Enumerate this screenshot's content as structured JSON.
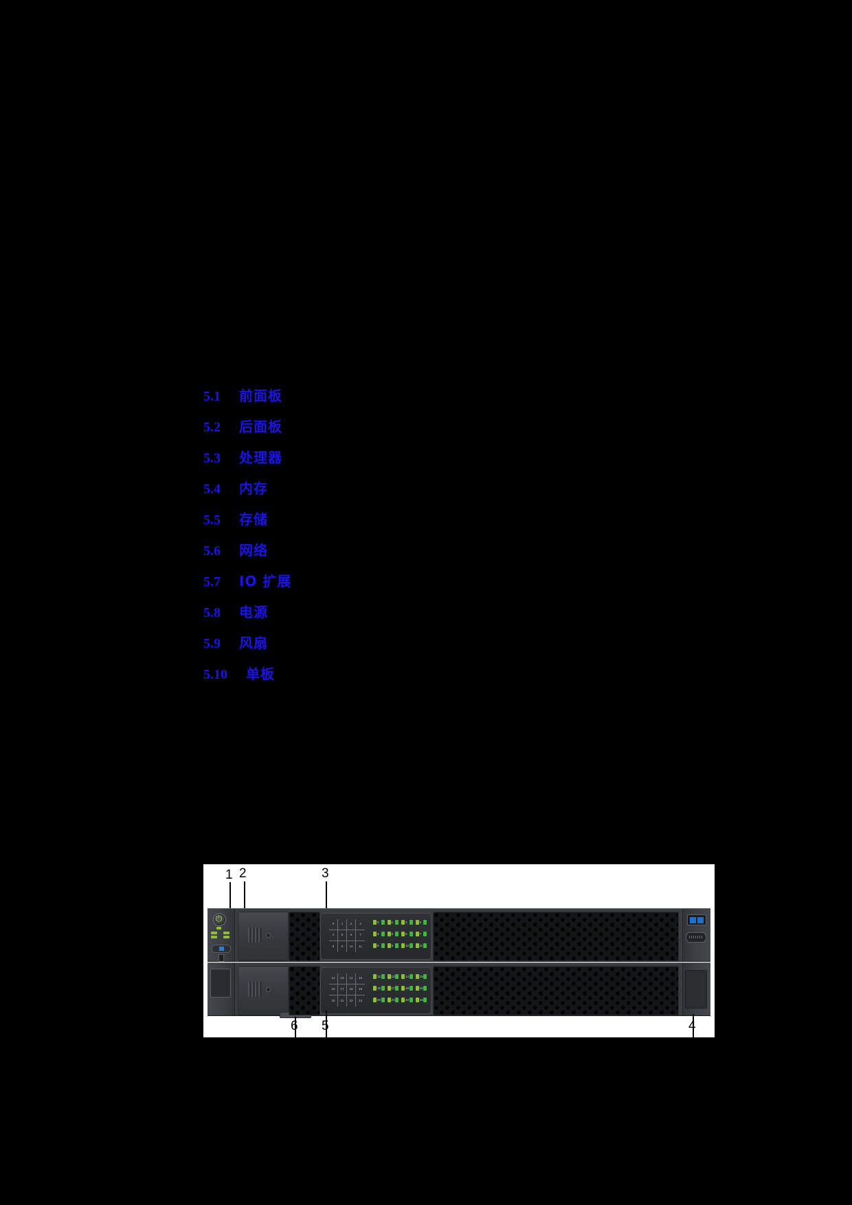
{
  "page": {
    "background_color": "#000000",
    "link_color": "#1a14e8"
  },
  "toc": {
    "items": [
      {
        "number": "5.1",
        "label": "前面板"
      },
      {
        "number": "5.2",
        "label": "后面板"
      },
      {
        "number": "5.3",
        "label": "处理器"
      },
      {
        "number": "5.4",
        "label": "内存"
      },
      {
        "number": "5.5",
        "label": "存储"
      },
      {
        "number": "5.6",
        "label": "网络"
      },
      {
        "number": "5.7",
        "label": "IO 扩展"
      },
      {
        "number": "5.8",
        "label": "电源"
      },
      {
        "number": "5.9",
        "label": "风扇"
      },
      {
        "number": "5.10",
        "label": "单板"
      }
    ]
  },
  "figure": {
    "callouts": [
      {
        "id": "1",
        "label": "1"
      },
      {
        "id": "2",
        "label": "2"
      },
      {
        "id": "3",
        "label": "3"
      },
      {
        "id": "4",
        "label": "4"
      },
      {
        "id": "5",
        "label": "5"
      },
      {
        "id": "6",
        "label": "6"
      }
    ],
    "server_top": {
      "slot_numbers": [
        "0",
        "1",
        "2",
        "3",
        "4",
        "5",
        "6",
        "7",
        "8",
        "9",
        "10",
        "11"
      ],
      "drive_leds": [
        "0",
        "1",
        "2",
        "3",
        "4",
        "5",
        "6",
        "7",
        "8",
        "9",
        "10",
        "11"
      ],
      "power_icon": "⏻",
      "led_colors": {
        "green": "#8fbf33",
        "activity": "#3fb63f",
        "usb_blue": "#1f6fd0"
      }
    },
    "server_bottom": {
      "slot_numbers": [
        "12",
        "13",
        "14",
        "15",
        "16",
        "17",
        "18",
        "19",
        "20",
        "21",
        "22",
        "23"
      ],
      "drive_leds": [
        "12",
        "13",
        "14",
        "15",
        "16",
        "17",
        "18",
        "19",
        "20",
        "21",
        "22",
        "23"
      ]
    }
  }
}
